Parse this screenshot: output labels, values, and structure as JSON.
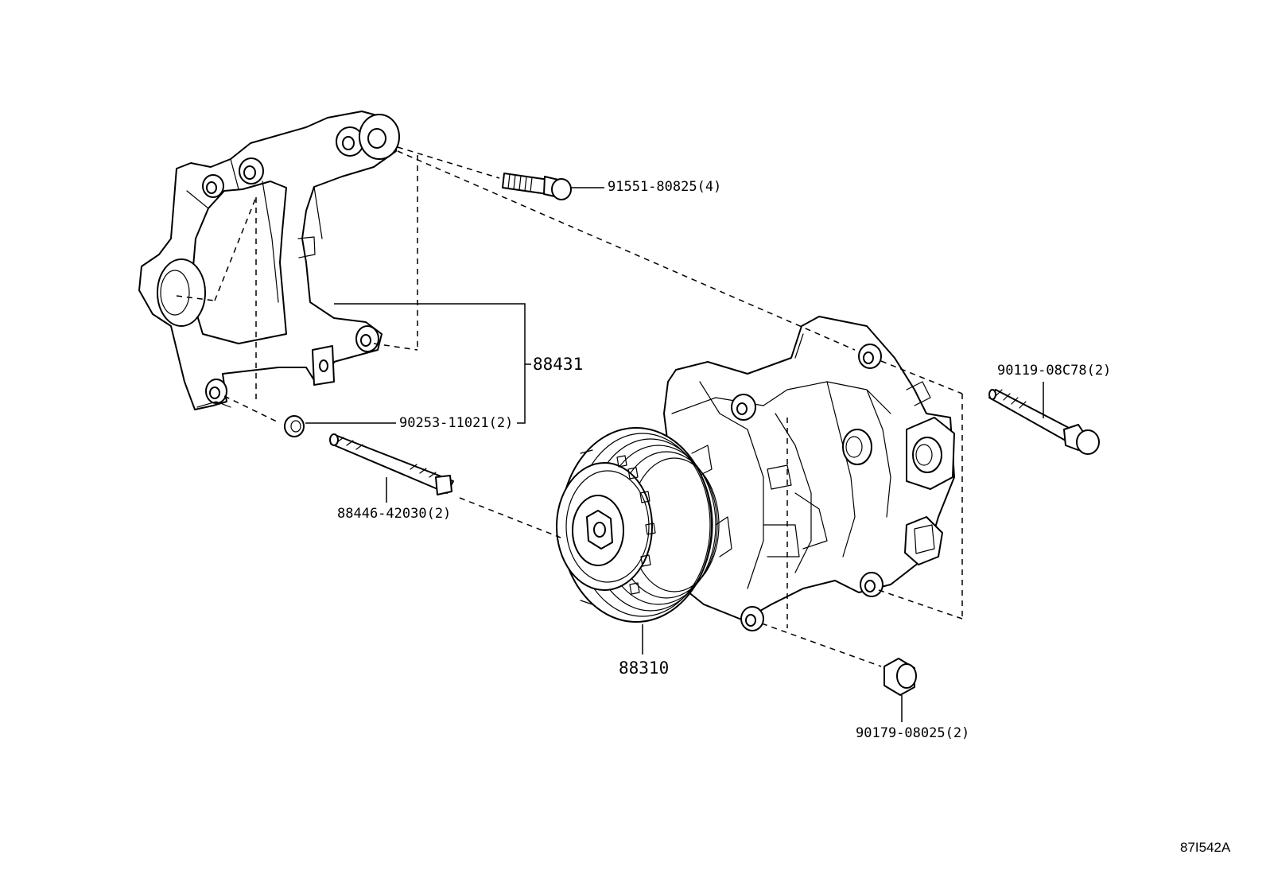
{
  "callouts": {
    "bolt_bracket": "91551-80825(4)",
    "bracket": "88431",
    "bracket_collar": "90253-11021(2)",
    "stud": "88446-42030(2)",
    "compressor": "88310",
    "bolt_compressor": "90119-08C78(2)",
    "nut": "90179-08025(2)"
  },
  "diagram_code": "87I542A",
  "line_color": "#000000",
  "background_color": "#ffffff"
}
